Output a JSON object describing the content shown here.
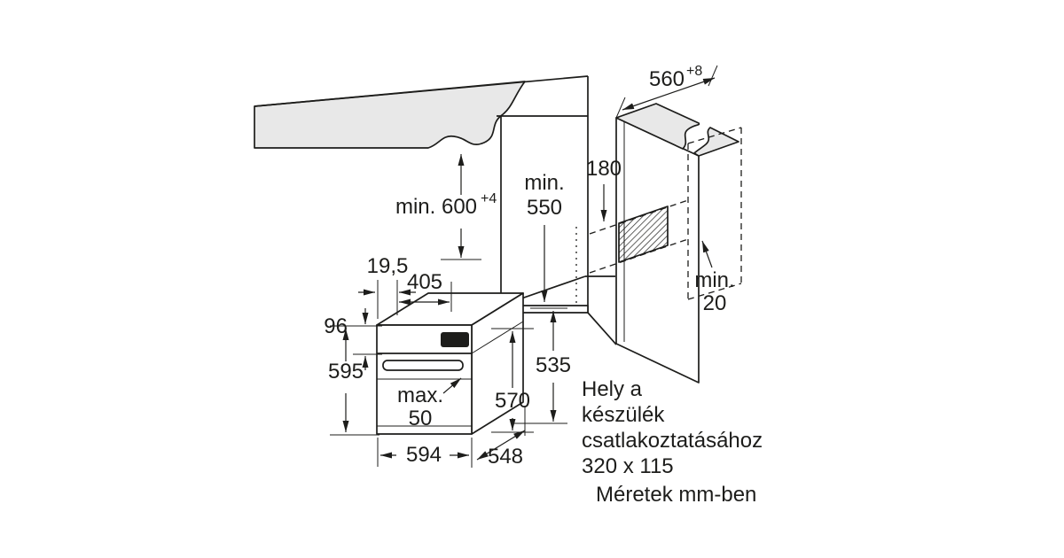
{
  "dims": {
    "min600": {
      "main": "min. 600",
      "sup": "+4"
    },
    "min550": {
      "line1": "min.",
      "line2": "550"
    },
    "d180": "180",
    "d560": {
      "main": "560",
      "sup": "+8"
    },
    "min20": {
      "line1": "min.",
      "line2": "20"
    },
    "d19_5": "19,5",
    "d405": "405",
    "d96": "96",
    "d595": "595",
    "max50": {
      "line1": "max.",
      "line2": "50"
    },
    "d570": "570",
    "d535": "535",
    "d594": "594",
    "d548": "548"
  },
  "notes": {
    "connection": {
      "line1": "Hely a",
      "line2": "készülék",
      "line3": "csatlakoztatásához",
      "line4": "320 x 115"
    },
    "units": "Méretek mm-ben"
  },
  "colors": {
    "line": "#1d1d1b",
    "counter": "#e8e8e8",
    "display": "#1d1d1b",
    "background": "#ffffff"
  }
}
